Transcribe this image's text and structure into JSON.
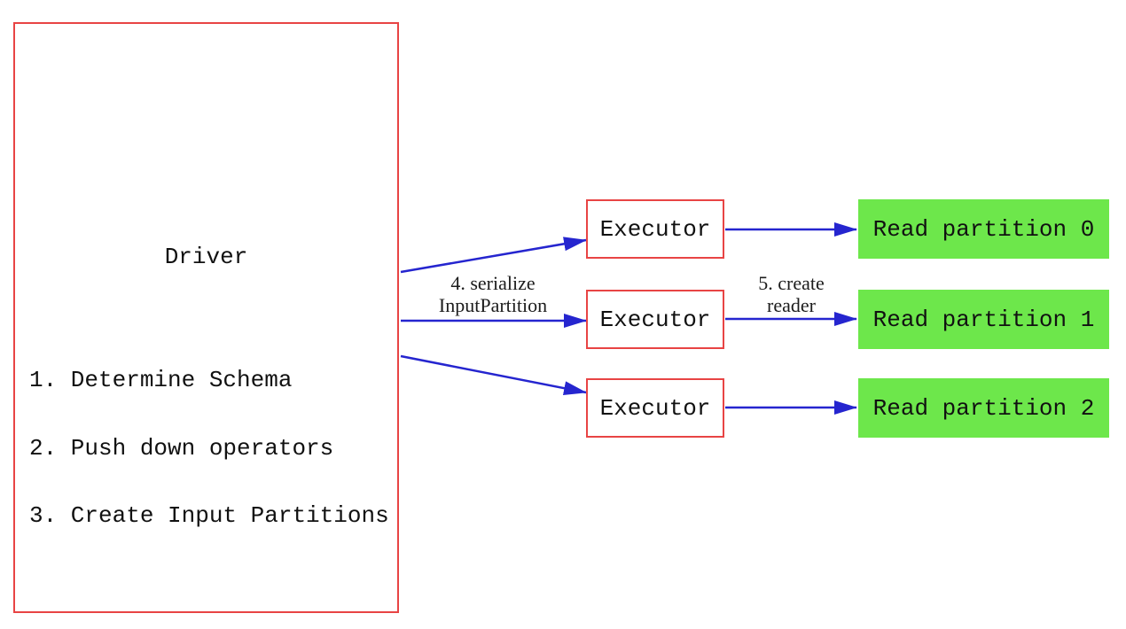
{
  "diagram": {
    "driver": {
      "title": "Driver",
      "steps": [
        "1. Determine Schema",
        "2. Push down operators",
        "3. Create Input Partitions"
      ]
    },
    "executors": [
      {
        "label": "Executor"
      },
      {
        "label": "Executor"
      },
      {
        "label": "Executor"
      }
    ],
    "partitions": [
      {
        "label": "Read partition 0"
      },
      {
        "label": "Read partition 1"
      },
      {
        "label": "Read partition 2"
      }
    ],
    "edge_labels": {
      "serialize": {
        "line1": "4. serialize",
        "line2": "InputPartition"
      },
      "create_reader": {
        "line1": "5. create",
        "line2": "reader"
      }
    },
    "colors": {
      "red_border": "#e84444",
      "arrow_blue": "#2525cf",
      "partition_green": "#6de74b",
      "text": "#111111",
      "label_text": "#1c1c1c",
      "background": "#ffffff"
    }
  }
}
